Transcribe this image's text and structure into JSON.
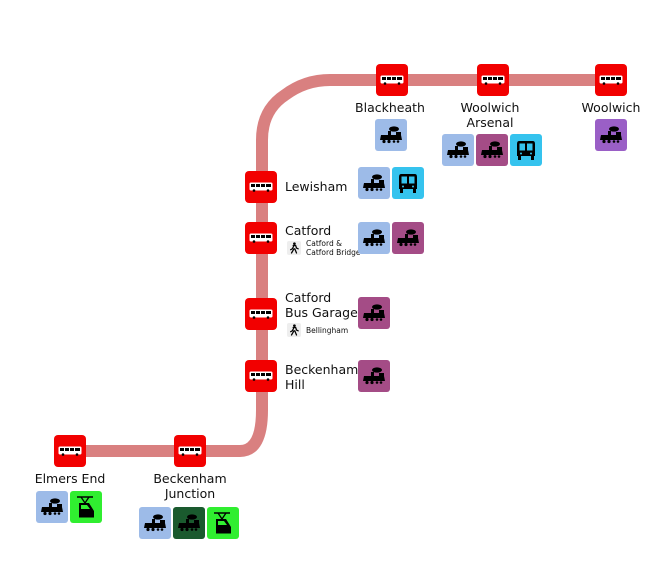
{
  "colors": {
    "route_line": "#d98080",
    "stop": "#f20000",
    "national_rail": "#9dbbe8",
    "overground": "#a44c86",
    "overground_alt": "#9a5fc6",
    "dlr": "#35c3ee",
    "tramlink": "#30ee30",
    "southern_dark": "#1a5a2e"
  },
  "icons": {
    "stop": "bus-icon",
    "rail": "steam-train-icon",
    "dlr": "dlr-train-icon",
    "tram": "tram-icon",
    "walk": "walking-person-icon"
  },
  "stops": [
    {
      "id": "elmers-end",
      "name": "Elmers End",
      "modes": [
        "national_rail",
        "tram"
      ]
    },
    {
      "id": "beckenham-junction",
      "name": "Beckenham Junction",
      "lines": [
        "Beckenham",
        "Junction"
      ],
      "modes": [
        "national_rail",
        "southern",
        "tram"
      ]
    },
    {
      "id": "beckenham-hill",
      "name": "Beckenham Hill",
      "lines": [
        "Beckenham",
        "Hill"
      ],
      "modes": [
        "overground"
      ]
    },
    {
      "id": "catford-bus-garage",
      "name": "Catford Bus Garage",
      "lines": [
        "Catford",
        "Bus Garage"
      ],
      "modes": [
        "overground"
      ],
      "walk": [
        "Bellingham"
      ]
    },
    {
      "id": "catford",
      "name": "Catford",
      "modes": [
        "national_rail",
        "overground"
      ],
      "walk": [
        "Catford &",
        "Catford Bridge"
      ]
    },
    {
      "id": "lewisham",
      "name": "Lewisham",
      "modes": [
        "national_rail",
        "dlr"
      ]
    },
    {
      "id": "blackheath",
      "name": "Blackheath",
      "modes": [
        "national_rail"
      ]
    },
    {
      "id": "woolwich-arsenal",
      "name": "Woolwich Arsenal",
      "lines": [
        "Woolwich",
        "Arsenal"
      ],
      "modes": [
        "national_rail",
        "overground",
        "dlr"
      ]
    },
    {
      "id": "woolwich",
      "name": "Woolwich",
      "modes": [
        "elizabeth"
      ]
    }
  ],
  "labels": {
    "elmers_end": "Elmers End",
    "beckenham_junction_1": "Beckenham",
    "beckenham_junction_2": "Junction",
    "beckenham_hill_1": "Beckenham",
    "beckenham_hill_2": "Hill",
    "catford_bus_garage_1": "Catford",
    "catford_bus_garage_2": "Bus Garage",
    "bellingham": "Bellingham",
    "catford": "Catford",
    "catford_walk_1": "Catford &",
    "catford_walk_2": "Catford Bridge",
    "lewisham": "Lewisham",
    "blackheath": "Blackheath",
    "woolwich_arsenal_1": "Woolwich",
    "woolwich_arsenal_2": "Arsenal",
    "woolwich": "Woolwich"
  }
}
